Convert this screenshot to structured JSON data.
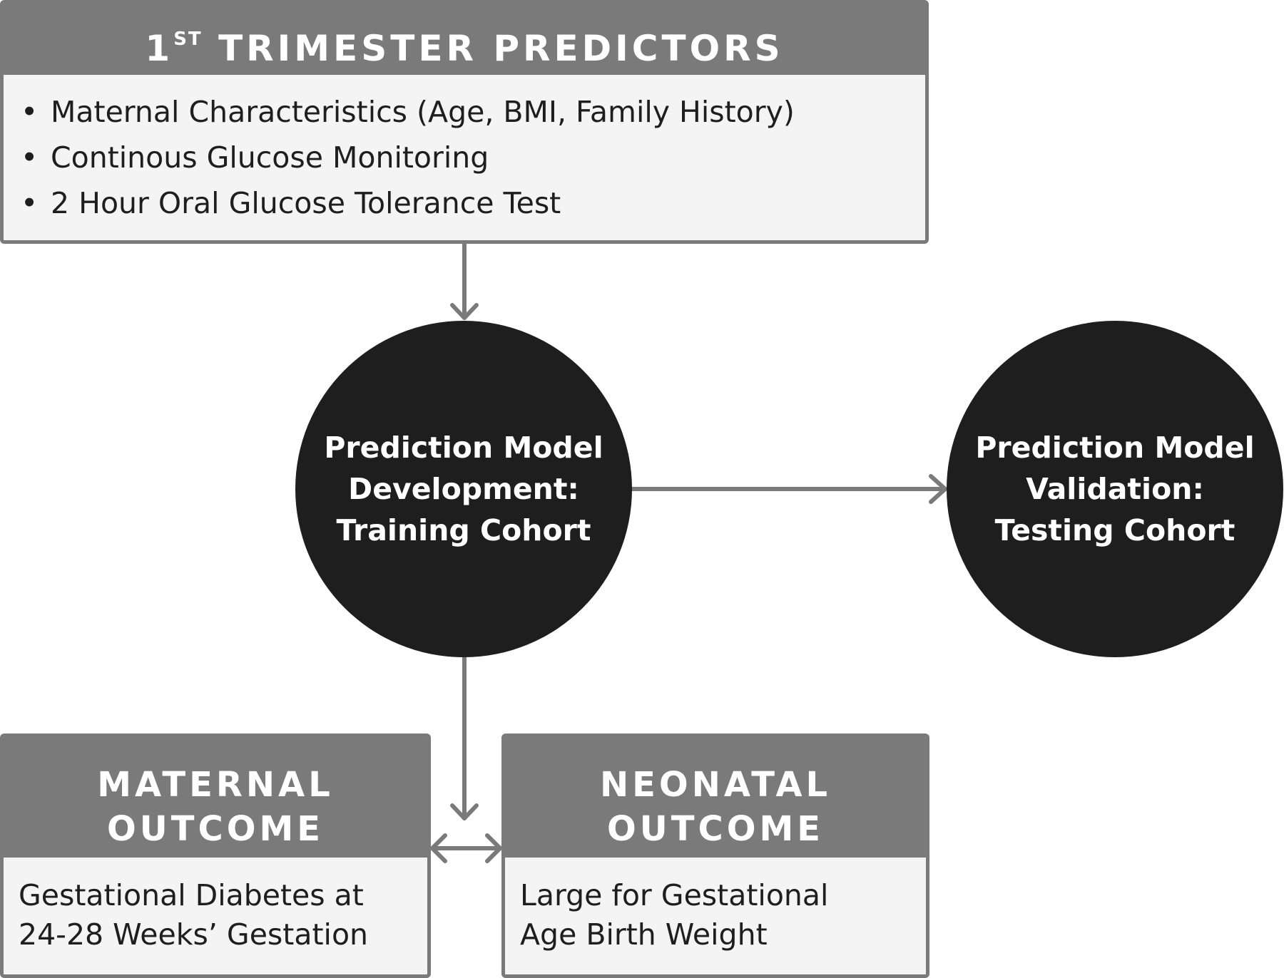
{
  "predictors": {
    "title_main_a": "1",
    "title_sup": "ST",
    "title_main_b": "TRIMESTER PREDICTORS",
    "items": [
      "Maternal Characteristics (Age, BMI, Family History)",
      "Continous Glucose Monitoring",
      "2 Hour Oral Glucose Tolerance Test"
    ],
    "bullet": "•"
  },
  "development": {
    "label": "Prediction Model\nDevelopment:\nTraining Cohort"
  },
  "validation": {
    "label": "Prediction Model\nValidation:\nTesting Cohort"
  },
  "maternal": {
    "title_line1": "MATERNAL",
    "title_line2": "OUTCOME",
    "body_line1": "Gestational Diabetes at",
    "body_line2": "24-28 Weeks’ Gestation"
  },
  "neonatal": {
    "title_line1": "NEONATAL",
    "title_line2": "OUTCOME",
    "body_line1": "Large for Gestational",
    "body_line2": "Age Birth Weight"
  },
  "colors": {
    "header_gray": "#7a7a7a",
    "box_fill": "#f4f4f4",
    "circle_fill": "#1e1e1e",
    "text_dark": "#1e1e1e"
  }
}
